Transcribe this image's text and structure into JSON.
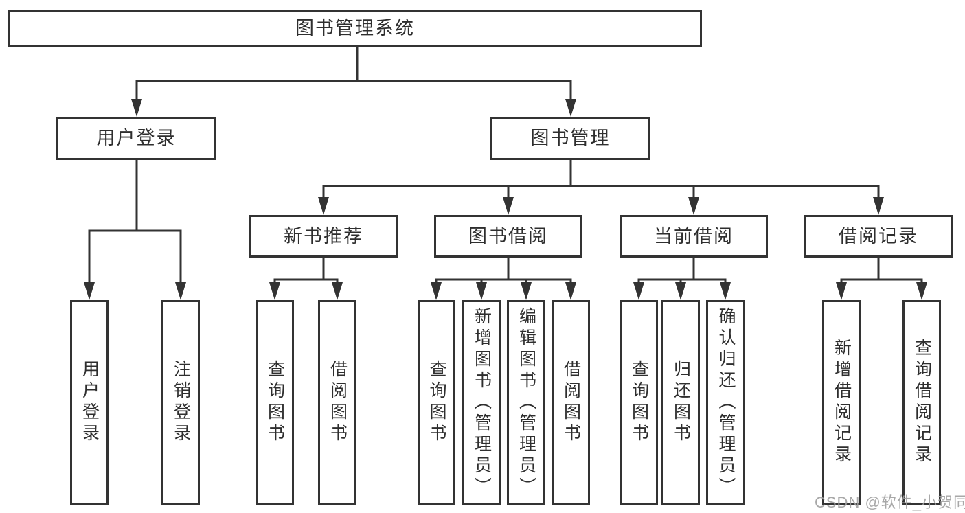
{
  "diagram": {
    "nodes": {
      "root": "图书管理系统",
      "user_login": "用户登录",
      "book_management": "图书管理",
      "new_book_recommend": "新书推荐",
      "book_borrow": "图书借阅",
      "current_borrow": "当前借阅",
      "borrow_records": "借阅记录",
      "user_login_leaf": "用户登录",
      "logout_leaf": "注销登录",
      "query_books_rec": "查询图书",
      "borrow_books_rec": "借阅图书",
      "query_books_borrow": "查询图书",
      "add_book_admin": "新增图书（管理员）",
      "edit_book_admin": "编辑图书（管理员）",
      "borrow_books_borrow": "借阅图书",
      "query_books_current": "查询图书",
      "return_book": "归还图书",
      "confirm_return_admin": "确认归还（管理员）",
      "add_borrow_record": "新增借阅记录",
      "query_borrow_record": "查询借阅记录"
    },
    "watermark": "CSDN @软件_小贺同学",
    "colors": {
      "line": "#333333",
      "box_border": "#333333",
      "text": "#2e2e2e",
      "watermark": "#9e9e9e",
      "background": "#ffffff"
    }
  }
}
